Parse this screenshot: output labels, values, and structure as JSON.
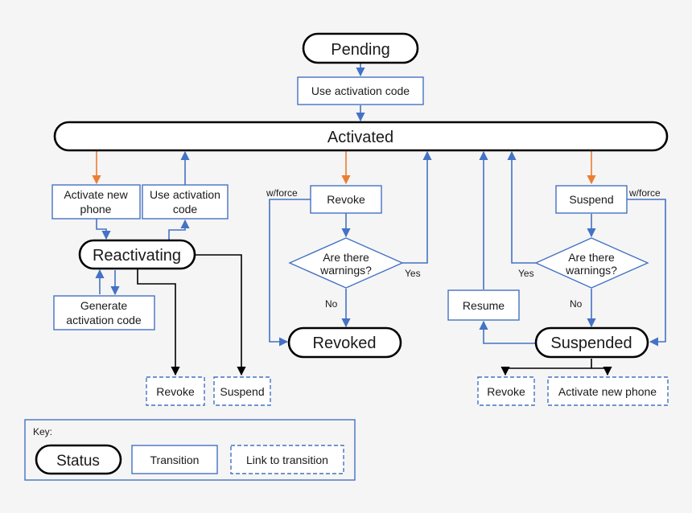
{
  "statuses": {
    "pending": "Pending",
    "activated": "Activated",
    "reactivating": "Reactivating",
    "revoked": "Revoked",
    "suspended": "Suspended"
  },
  "transitions": {
    "use_activation_code_top": "Use activation code",
    "activate_new_phone": [
      "Activate new",
      "phone"
    ],
    "use_activation_code_left": [
      "Use activation",
      "code"
    ],
    "generate_activation_code": [
      "Generate",
      "activation code"
    ],
    "revoke": "Revoke",
    "suspend": "Suspend",
    "resume": "Resume"
  },
  "decisions": {
    "warnings_left": [
      "Are there",
      "warnings?"
    ],
    "warnings_right": [
      "Are there",
      "warnings?"
    ]
  },
  "edge_labels": {
    "w_force_left": "w/force",
    "w_force_right": "w/force",
    "yes_left": "Yes",
    "no_left": "No",
    "yes_right": "Yes",
    "no_right": "No"
  },
  "links": {
    "revoke_from_reactivating": "Revoke",
    "suspend_from_reactivating": "Suspend",
    "revoke_from_suspended": "Revoke",
    "activate_new_phone_from_suspended": "Activate new phone"
  },
  "key": {
    "title": "Key:",
    "status": "Status",
    "transition": "Transition",
    "link": "Link to transition"
  },
  "colors": {
    "blue_arrow": "#4472c4",
    "orange_arrow": "#ed7d31",
    "black_arrow": "#000000",
    "box_border": "#4472c4"
  }
}
